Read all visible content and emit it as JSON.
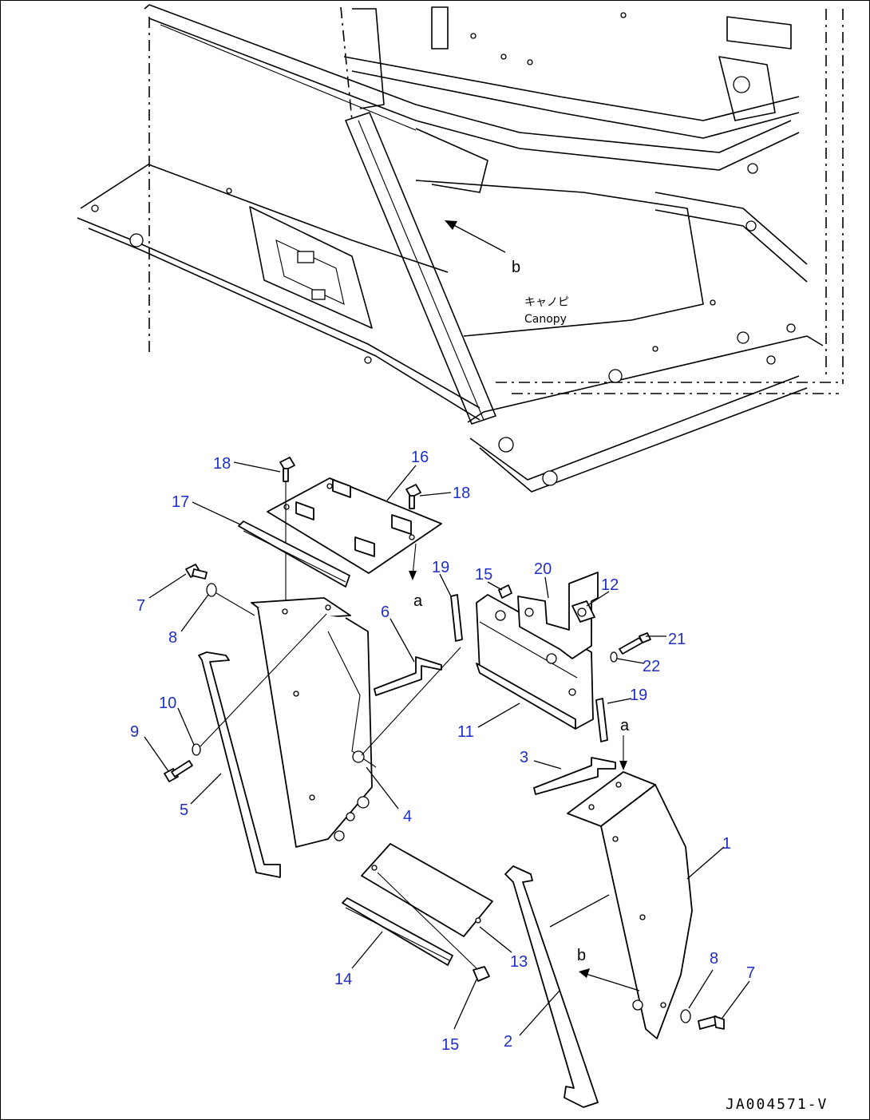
{
  "drawing_ref": "JA004571-V",
  "canopy_label_jp": "キャノピ",
  "canopy_label_en": "Canopy",
  "view_letters": {
    "a": "a",
    "b": "b"
  },
  "callouts": {
    "c1": "1",
    "c2": "2",
    "c3": "3",
    "c4": "4",
    "c5": "5",
    "c6": "6",
    "c7a": "7",
    "c7b": "7",
    "c8a": "8",
    "c8b": "8",
    "c9": "9",
    "c10": "10",
    "c11": "11",
    "c12": "12",
    "c13": "13",
    "c14": "14",
    "c15a": "15",
    "c15b": "15",
    "c16": "16",
    "c17": "17",
    "c18a": "18",
    "c18b": "18",
    "c19a": "19",
    "c19b": "19",
    "c20": "20",
    "c21": "21",
    "c22": "22"
  },
  "colors": {
    "callout": "#1f2fc8",
    "line": "#000000"
  }
}
